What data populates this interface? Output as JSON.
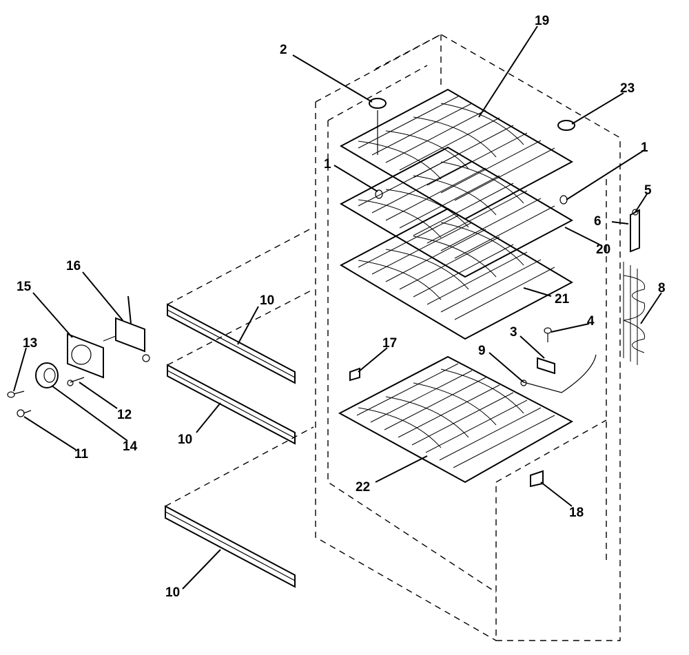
{
  "callouts": {
    "c1a": "1",
    "c1b": "1",
    "c2": "2",
    "c3": "3",
    "c4": "4",
    "c5": "5",
    "c6": "6",
    "c8": "8",
    "c9": "9",
    "c10a": "10",
    "c10b": "10",
    "c10c": "10",
    "c11": "11",
    "c12": "12",
    "c13": "13",
    "c14": "14",
    "c15": "15",
    "c16": "16",
    "c17": "17",
    "c18": "18",
    "c19": "19",
    "c20": "20",
    "c21": "21",
    "c22": "22",
    "c23": "23"
  }
}
